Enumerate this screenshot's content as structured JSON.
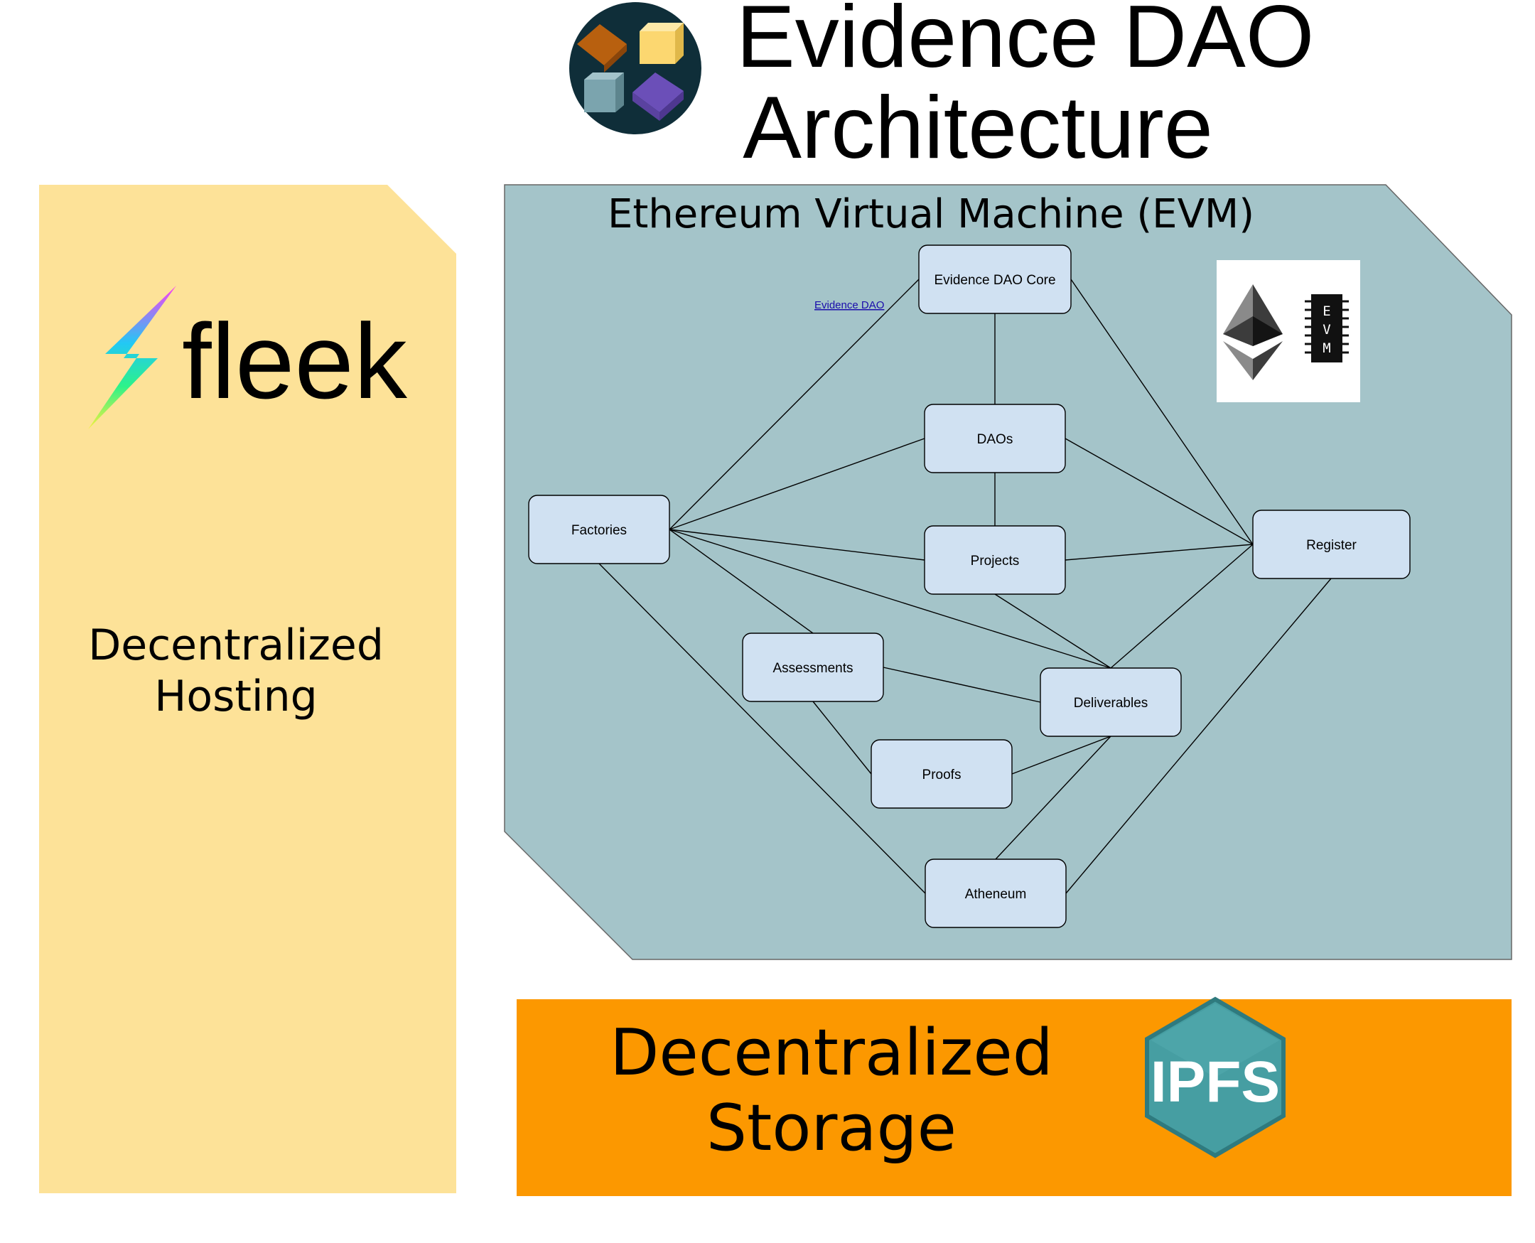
{
  "header": {
    "title_line1": "Evidence DAO",
    "title_line2": "Architecture"
  },
  "hosting": {
    "brand": "fleek",
    "label_line1": "Decentralized",
    "label_line2": "Hosting",
    "color": "#fde298"
  },
  "evm": {
    "title": "Ethereum Virtual Machine (EVM)",
    "color": "#a4c4c9",
    "chip_letters": [
      "E",
      "V",
      "M"
    ],
    "link_label": "Evidence DAO"
  },
  "storage": {
    "label_line1": "Decentralized",
    "label_line2": "Storage",
    "ipfs_label": "IPFS",
    "color": "#fc9800"
  },
  "nodes": [
    {
      "id": "core",
      "label": "Evidence DAO Core"
    },
    {
      "id": "daos",
      "label": "DAOs"
    },
    {
      "id": "factories",
      "label": "Factories"
    },
    {
      "id": "projects",
      "label": "Projects"
    },
    {
      "id": "register",
      "label": "Register"
    },
    {
      "id": "assessments",
      "label": "Assessments"
    },
    {
      "id": "deliverables",
      "label": "Deliverables"
    },
    {
      "id": "proofs",
      "label": "Proofs"
    },
    {
      "id": "atheneum",
      "label": "Atheneum"
    }
  ],
  "edges": [
    [
      "core",
      "daos"
    ],
    [
      "core",
      "factories"
    ],
    [
      "core",
      "register"
    ],
    [
      "daos",
      "factories"
    ],
    [
      "daos",
      "projects"
    ],
    [
      "daos",
      "register"
    ],
    [
      "factories",
      "projects"
    ],
    [
      "factories",
      "deliverables"
    ],
    [
      "factories",
      "assessments"
    ],
    [
      "factories",
      "atheneum"
    ],
    [
      "projects",
      "register"
    ],
    [
      "projects",
      "deliverables"
    ],
    [
      "register",
      "deliverables"
    ],
    [
      "register",
      "atheneum"
    ],
    [
      "assessments",
      "deliverables"
    ],
    [
      "assessments",
      "proofs"
    ],
    [
      "proofs",
      "deliverables"
    ],
    [
      "deliverables",
      "atheneum"
    ]
  ]
}
